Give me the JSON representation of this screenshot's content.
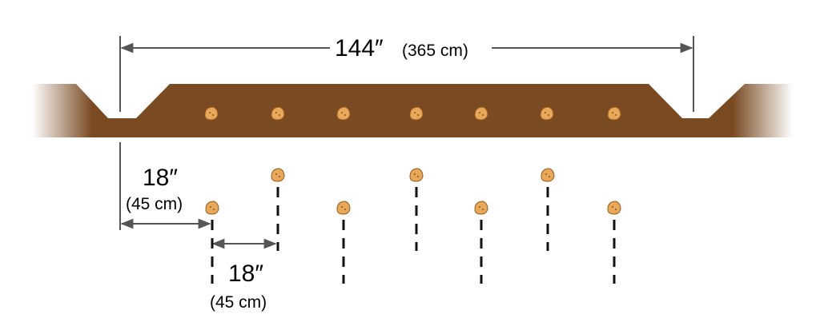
{
  "labels": {
    "total_width_in": "144″",
    "total_width_cm": "(365 cm)",
    "edge_spacing_in": "18″",
    "edge_spacing_cm": "(45 cm)",
    "seed_spacing_in": "18″",
    "seed_spacing_cm": "(45 cm)"
  },
  "colors": {
    "soil": "#7a4a22",
    "seed": "#e8a85a",
    "seed_outline": "#9a5a1e",
    "arrow": "#555555",
    "dash": "#111111"
  },
  "top_row_seed_count": 7,
  "bottom_seed_count": 7
}
